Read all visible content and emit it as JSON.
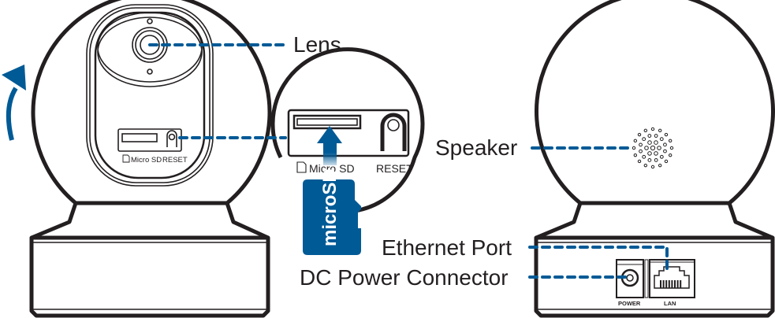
{
  "diagram": {
    "title": "Camera hardware overview",
    "accent_color": "#005a96",
    "outline_color": "#231f20",
    "callouts": {
      "lens": "Lens",
      "speaker": "Speaker",
      "ethernet_port": "Ethernet Port",
      "dc_power": "DC Power Connector"
    },
    "front_panel": {
      "micro_sd_label": "Micro SD",
      "reset_label": "RESET"
    },
    "zoom_inset": {
      "micro_sd_label": "Micro SD",
      "reset_label": "RESET",
      "card_text": "microSD"
    },
    "rear_panel": {
      "power_label": "POWER",
      "lan_label": "LAN"
    },
    "icons": {
      "rotate": "rotate-up-arrow",
      "sd_card": "sd-card-glyph",
      "insert": "insert-up-arrow"
    }
  }
}
